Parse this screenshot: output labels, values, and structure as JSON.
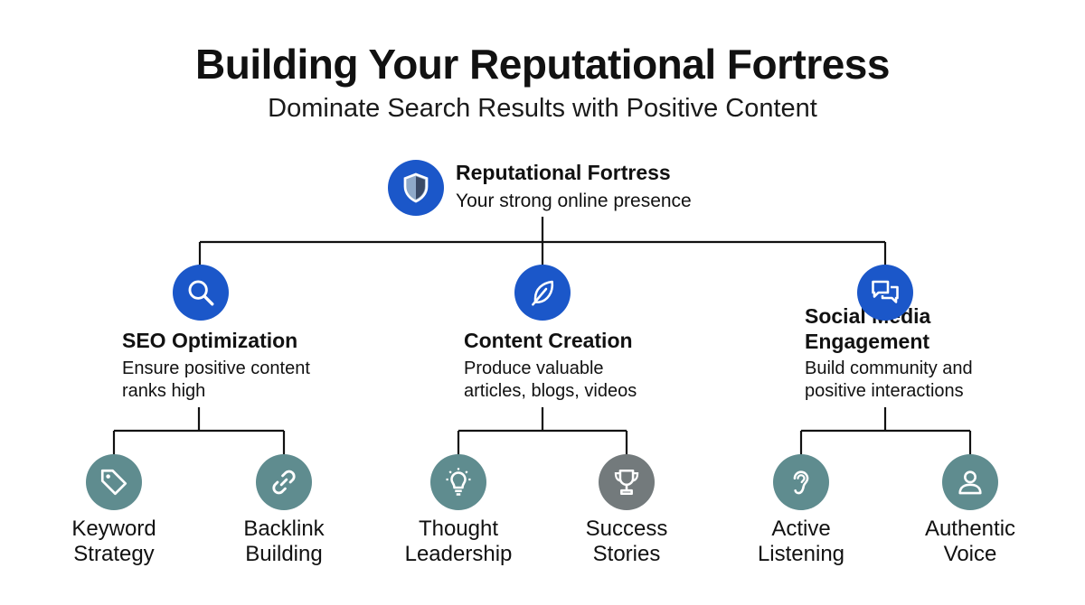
{
  "header": {
    "title": "Building Your Reputational Fortress",
    "subtitle": "Dominate Search Results with Positive Content"
  },
  "root": {
    "title": "Reputational Fortress",
    "subtitle": "Your strong online presence",
    "icon": "shield-icon"
  },
  "branches": [
    {
      "title": "SEO Optimization",
      "desc_line1": "Ensure positive content",
      "desc_line2": "ranks high",
      "icon": "magnifier-icon",
      "leaves": [
        {
          "line1": "Keyword",
          "line2": "Strategy",
          "icon": "tag-icon"
        },
        {
          "line1": "Backlink",
          "line2": "Building",
          "icon": "link-icon"
        }
      ]
    },
    {
      "title": "Content Creation",
      "desc_line1": "Produce valuable",
      "desc_line2": "articles, blogs, videos",
      "icon": "feather-icon",
      "leaves": [
        {
          "line1": "Thought",
          "line2": "Leadership",
          "icon": "lightbulb-icon"
        },
        {
          "line1": "Success",
          "line2": "Stories",
          "icon": "trophy-icon"
        }
      ]
    },
    {
      "title_line1": "Social Media",
      "title_line2": "Engagement",
      "desc_line1": "Build community and",
      "desc_line2": "positive interactions",
      "icon": "chat-bubbles-icon",
      "leaves": [
        {
          "line1": "Active",
          "line2": "Listening",
          "icon": "ear-icon"
        },
        {
          "line1": "Authentic",
          "line2": "Voice",
          "icon": "person-icon"
        }
      ]
    }
  ],
  "colors": {
    "primary_blue": "#1b57c9",
    "leaf_teal": "#5f8c8f",
    "leaf_gray": "#737a7c",
    "connector": "#111111"
  }
}
